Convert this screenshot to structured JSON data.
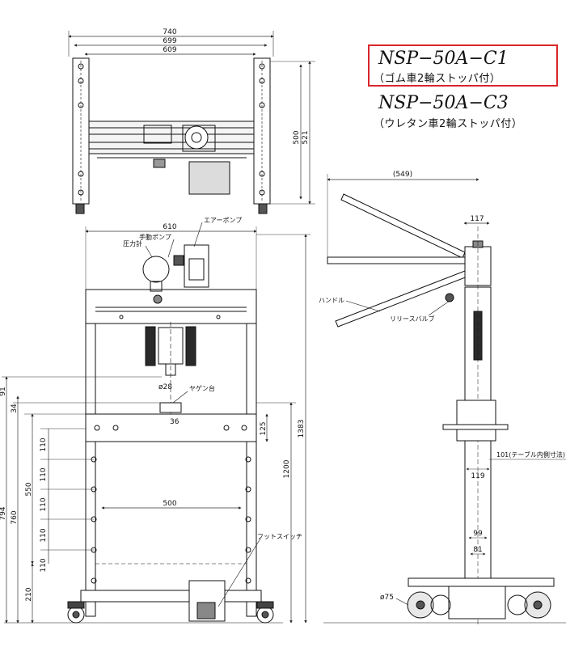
{
  "models": {
    "c1": {
      "name": "NSP−50A−C1",
      "sub": "（ゴム車2輪ストッパ付）",
      "highlight": "#d9262b"
    },
    "c3": {
      "name": "NSP−50A−C3",
      "sub": "（ウレタン車2輪ストッパ付）"
    }
  },
  "top_view": {
    "w740": "740",
    "w699": "699",
    "w609": "609",
    "d500": "500",
    "d521": "521"
  },
  "front_view": {
    "w610": "610",
    "w500": "500",
    "h91": "91",
    "h34": "34",
    "h110a": "110",
    "h110b": "110",
    "h110c": "110",
    "h110d": "110",
    "h110e": "110",
    "h550": "550",
    "h794": "794",
    "h760": "760",
    "h210": "210",
    "h125": "125",
    "h1200": "1200",
    "h1383": "1383",
    "d28": "ø28",
    "w36": "36"
  },
  "side_view": {
    "w549": "(549)",
    "w117": "117",
    "w119": "119",
    "w99": "99",
    "w81": "81",
    "d75": "ø75",
    "w101": "101(テーブル内側寸法)"
  },
  "labels": {
    "air_pump": "エアーポンプ",
    "hand_pump": "手動ポンプ",
    "pressure_gauge": "圧力計",
    "yagen": "ヤゲン台",
    "foot_switch": "フットスイッチ",
    "handle": "ハンドル",
    "release_valve": "リリースバルブ"
  },
  "colors": {
    "line": "#111111",
    "dim_line": "#333333",
    "fill_gray": "#dcdcdc",
    "dark": "#2a2a2a"
  }
}
